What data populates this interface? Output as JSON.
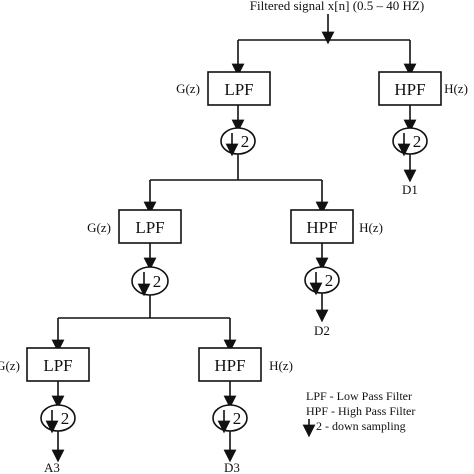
{
  "input_signal": "Filtered signal x[n] (0.5 – 40 HZ)",
  "filters": {
    "lpf": "LPF",
    "hpf": "HPF",
    "g": "G(z)",
    "h": "H(z)"
  },
  "downsample_factor": "2",
  "outputs": {
    "d1": "D1",
    "d2": "D2",
    "d3": "D3",
    "a3": "A3"
  },
  "legend": {
    "lpf": "LPF  - Low Pass Filter",
    "hpf": "HPF - High Pass Filter",
    "down": "2    - down sampling"
  }
}
